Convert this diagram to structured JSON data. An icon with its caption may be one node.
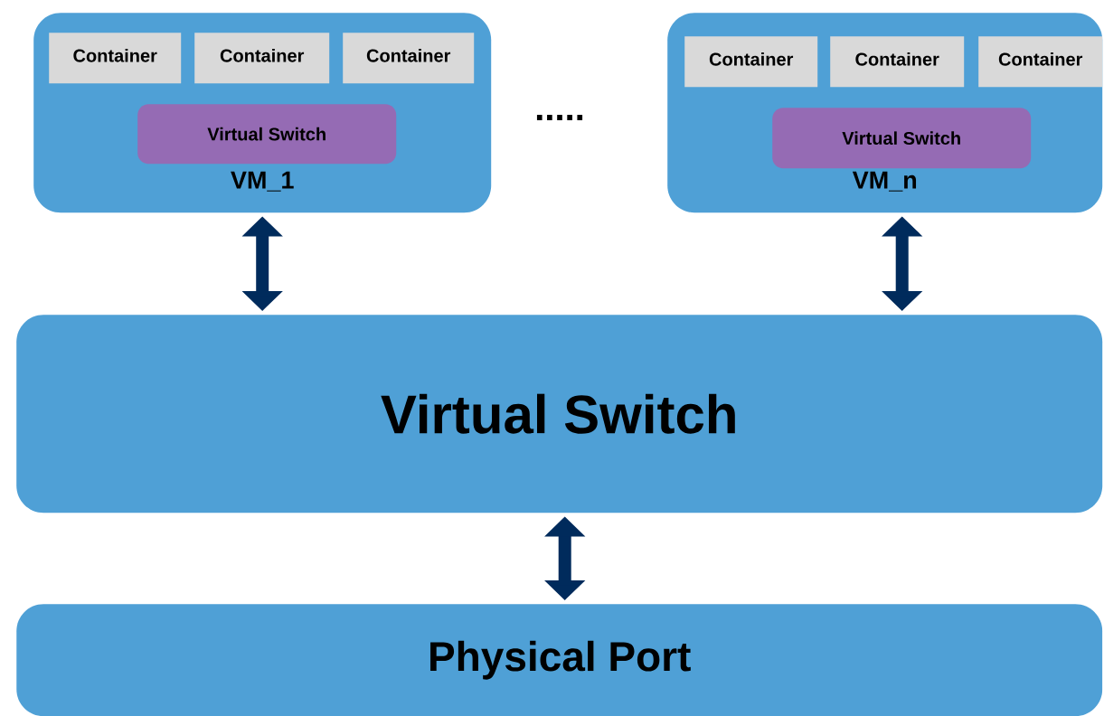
{
  "diagram": {
    "nodes": [
      {
        "text": [
          "VM_1"
        ]
      },
      {
        "text": [
          "Container"
        ],
        "in": 0
      },
      {
        "text": [
          "Container"
        ],
        "in": 0
      },
      {
        "text": [
          "Container"
        ],
        "in": 0
      },
      {
        "text": [
          "Virtual Switch"
        ],
        "in": 0
      },
      {
        "text": [
          "VM_n"
        ]
      },
      {
        "text": [
          "Container"
        ],
        "in": 5
      },
      {
        "text": [
          "Container"
        ],
        "in": 5
      },
      {
        "text": [
          "Container"
        ],
        "in": 5
      },
      {
        "text": [
          "Virtual Switch"
        ],
        "in": 5
      },
      {
        "text": [
          "Virtual Switch"
        ]
      },
      {
        "text": [
          "Physical Port"
        ]
      }
    ],
    "edges": [
      {
        "from": 0,
        "to": 10,
        "arrow": "both"
      },
      {
        "from": 5,
        "to": 10,
        "arrow": "both"
      },
      {
        "from": 10,
        "to": 11,
        "arrow": "both"
      }
    ],
    "labels": [
      "....."
    ]
  }
}
